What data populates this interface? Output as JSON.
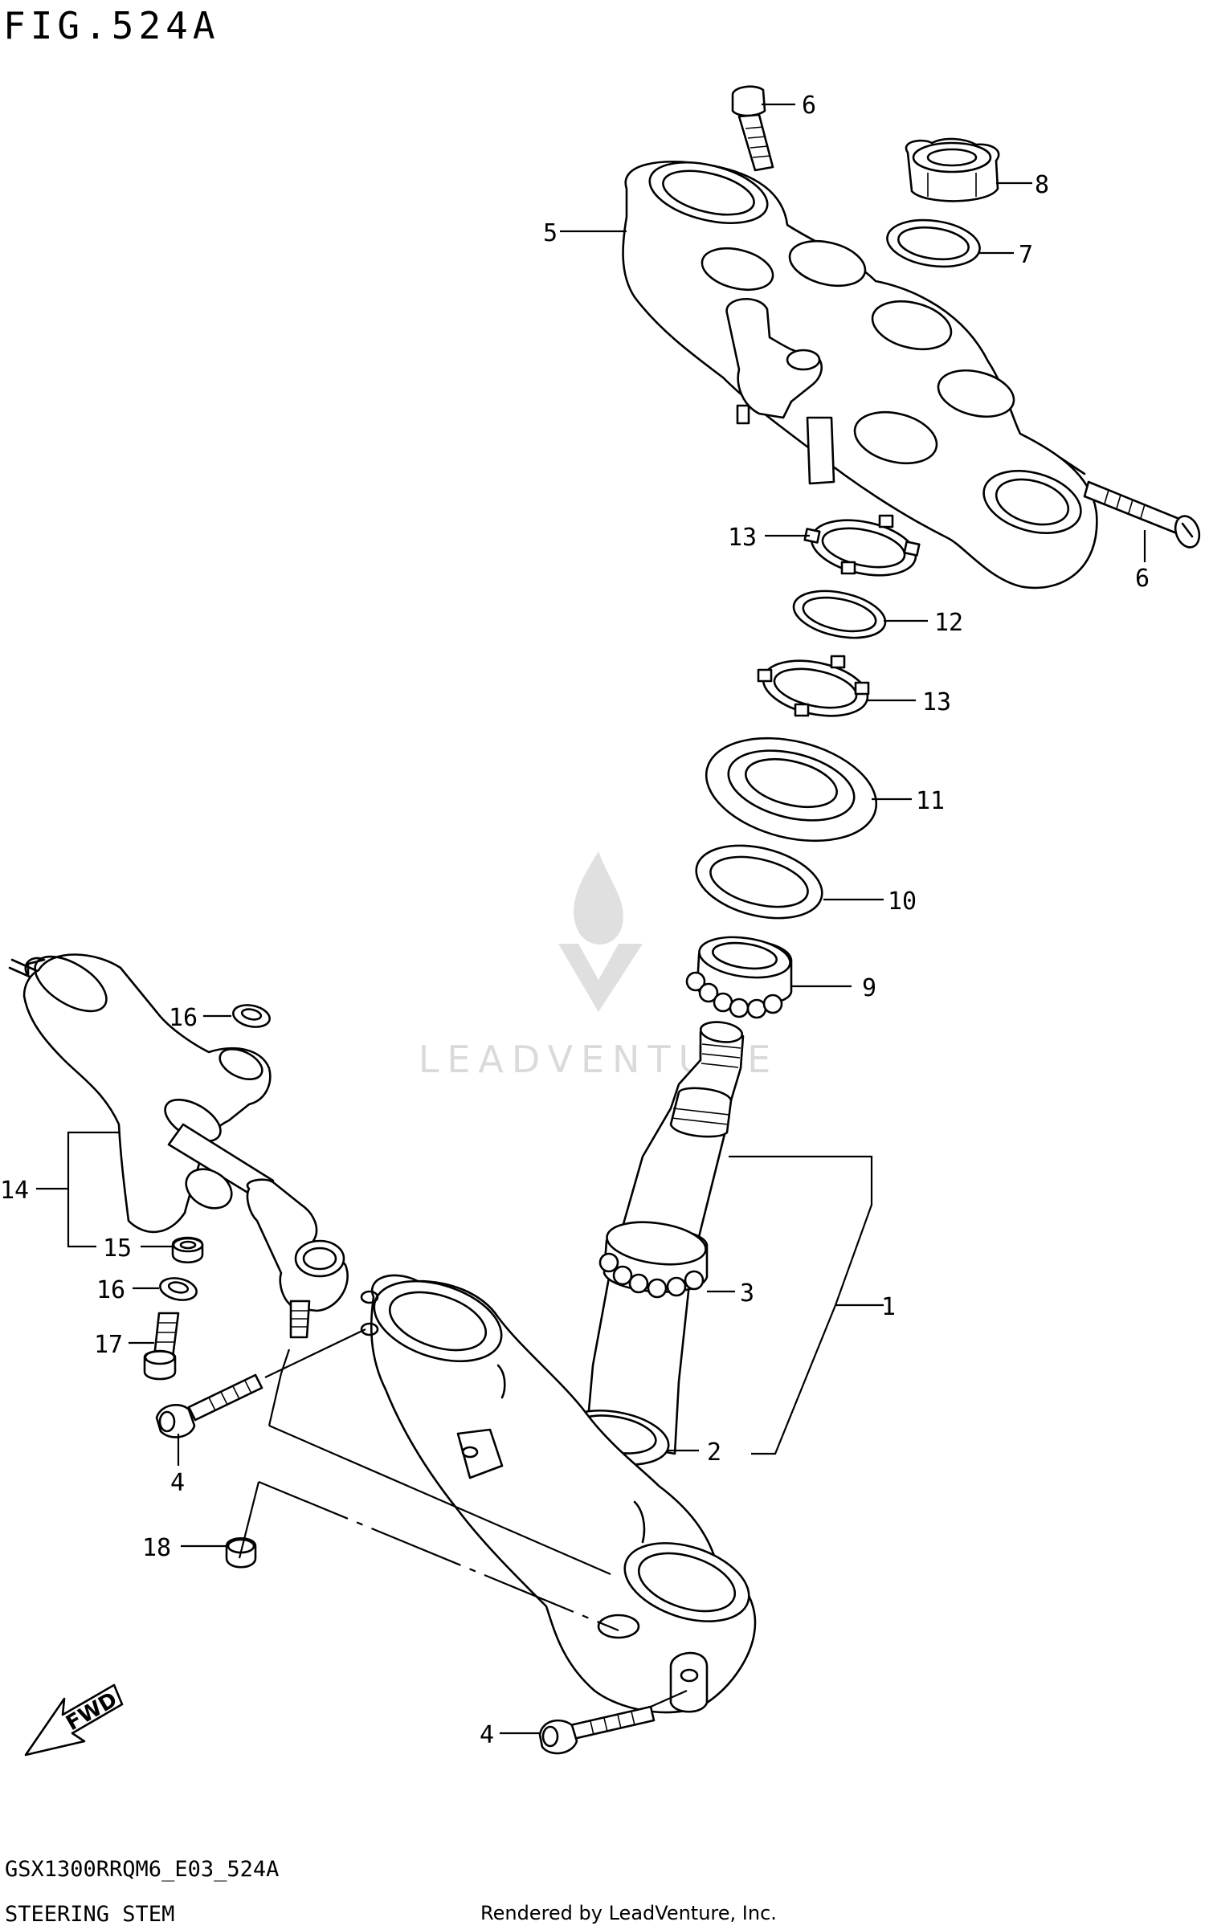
{
  "header": {
    "figure_title": "FIG.524A"
  },
  "footer": {
    "model_code": "GSX1300RRQM6_E03_524A",
    "section_name": "STEERING STEM",
    "render_credit": "Rendered by LeadVenture, Inc."
  },
  "watermark": {
    "text": "LEADVENTURE"
  },
  "callouts": {
    "c1": "1",
    "c2": "2",
    "c3": "3",
    "c4a": "4",
    "c4b": "4",
    "c5": "5",
    "c6a": "6",
    "c6b": "6",
    "c7": "7",
    "c8": "8",
    "c9": "9",
    "c10": "10",
    "c11": "11",
    "c12": "12",
    "c13a": "13",
    "c13b": "13",
    "c14": "14",
    "c15": "15",
    "c16a": "16",
    "c16b": "16",
    "c17": "17",
    "c18": "18"
  },
  "badge": {
    "fwd": "FWD"
  }
}
